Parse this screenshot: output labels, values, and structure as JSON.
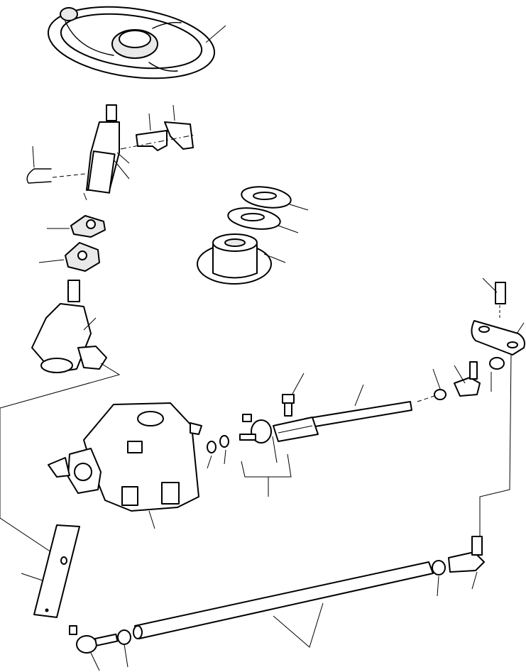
{
  "diagram": {
    "background_color": "#ffffff",
    "line_color": "#000000",
    "parts": [
      {
        "name": "steering-wheel"
      },
      {
        "name": "steering-column"
      },
      {
        "name": "column-bracket"
      },
      {
        "name": "column-clip"
      },
      {
        "name": "u-bolt"
      },
      {
        "name": "coupling-upper"
      },
      {
        "name": "coupling-lower"
      },
      {
        "name": "steering-valve"
      },
      {
        "name": "shim-gasket-upper"
      },
      {
        "name": "shim-gasket-lower"
      },
      {
        "name": "column-boot"
      },
      {
        "name": "steering-gearbox"
      },
      {
        "name": "drag-link"
      },
      {
        "name": "drag-link-bolt"
      },
      {
        "name": "ball-joint"
      },
      {
        "name": "tie-rod"
      },
      {
        "name": "tie-rod-end-left"
      },
      {
        "name": "tie-rod-end-right"
      },
      {
        "name": "steering-arm"
      },
      {
        "name": "bolt-upper-right"
      },
      {
        "name": "pitman-arm"
      }
    ]
  }
}
